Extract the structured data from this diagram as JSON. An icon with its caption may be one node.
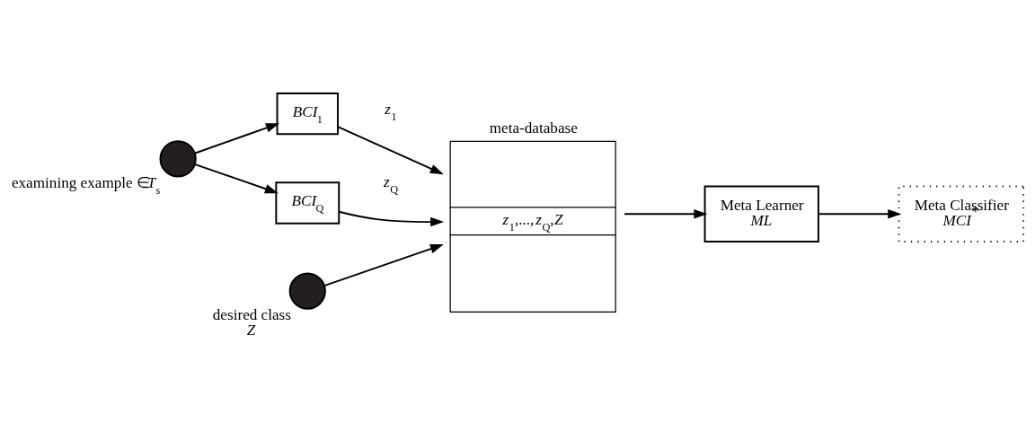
{
  "diagram": {
    "nodes": [
      {
        "text": [],
        "shape": "circle",
        "beside": [
          "examining example ∈*T*$_{s}$"
        ]
      },
      {
        "text": [
          "*BCI*$_{1}$"
        ]
      },
      {
        "text": [
          "*BCI*$_{Q}$"
        ]
      },
      {
        "text": [],
        "shape": "circle",
        "beside": [
          "desired class *Z*"
        ]
      },
      {
        "text": [
          "meta-database",
          "*z*$_{1}$,...,*z*$_{Q}$,*Z*"
        ]
      },
      {
        "text": [
          "Meta Learner *ML*"
        ]
      },
      {
        "text": [
          "Meta Classifier *MCI*$^{*}$"
        ]
      }
    ],
    "edges": [
      {
        "from": 0,
        "to": 1,
        "arrow": "to"
      },
      {
        "from": 0,
        "to": 2,
        "arrow": "to"
      },
      {
        "from": 1,
        "to": 4,
        "arrow": "to",
        "label": "*z*$_{1}$"
      },
      {
        "from": 2,
        "to": 4,
        "arrow": "to",
        "label": "*z*$_{Q}$"
      },
      {
        "from": 3,
        "to": 4,
        "arrow": "to"
      },
      {
        "from": 4,
        "to": 5,
        "arrow": "to"
      },
      {
        "from": 5,
        "to": 6,
        "arrow": "to"
      }
    ]
  }
}
